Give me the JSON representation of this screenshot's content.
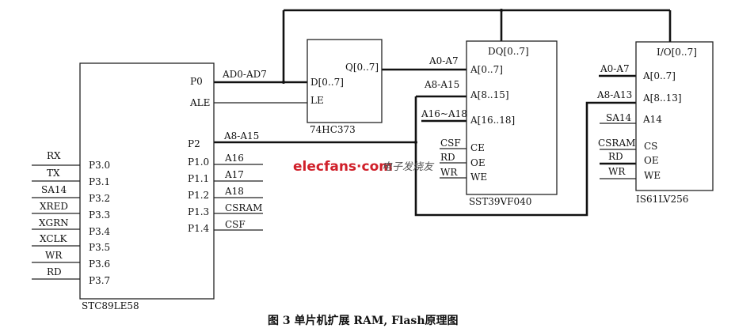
{
  "mcu": {
    "name": "STC89LE58",
    "left_pins": [
      {
        "pin": "P3.0",
        "net": "RX"
      },
      {
        "pin": "P3.1",
        "net": "TX"
      },
      {
        "pin": "P3.2",
        "net": "SA14"
      },
      {
        "pin": "P3.3",
        "net": "XRED"
      },
      {
        "pin": "P3.4",
        "net": "XGRN"
      },
      {
        "pin": "P3.5",
        "net": "XCLK"
      },
      {
        "pin": "P3.6",
        "net": "WR"
      },
      {
        "pin": "P3.7",
        "net": "RD"
      }
    ],
    "right_pins": [
      {
        "pin": "P0",
        "net": "AD0-AD7"
      },
      {
        "pin": "ALE",
        "net": ""
      },
      {
        "pin": "P2",
        "net": "A8-A15"
      },
      {
        "pin": "P1.0",
        "net": "A16"
      },
      {
        "pin": "P1.1",
        "net": "A17"
      },
      {
        "pin": "P1.2",
        "net": "A18"
      },
      {
        "pin": "P1.3",
        "net": "CSRAM"
      },
      {
        "pin": "P1.4",
        "net": "CSF"
      }
    ]
  },
  "latch": {
    "name": "74HC373",
    "pins": [
      "Q[0..7]",
      "D[0..7]",
      "LE"
    ]
  },
  "flash": {
    "name": "SST39VF040",
    "top_pin": "DQ[0..7]",
    "pins": [
      {
        "pin": "A[0..7]",
        "net": "A0-A7"
      },
      {
        "pin": "A[8..15]",
        "net": "A8-A15"
      },
      {
        "pin": "A[16..18]",
        "net": "A16~A18"
      },
      {
        "pin": "CE",
        "net": "CSF"
      },
      {
        "pin": "OE",
        "net": "RD"
      },
      {
        "pin": "WE",
        "net": "WR"
      }
    ]
  },
  "sram": {
    "name": "IS61LV256",
    "top_pin": "I/O[0..7]",
    "pins": [
      {
        "pin": "A[0..7]",
        "net": "A0-A7"
      },
      {
        "pin": "A[8..13]",
        "net": "A8-A13"
      },
      {
        "pin": "A14",
        "net": "SA14"
      },
      {
        "pin": "CS",
        "net": "CSRAM"
      },
      {
        "pin": "OE",
        "net": "RD"
      },
      {
        "pin": "WE",
        "net": "WR"
      }
    ]
  },
  "watermark": {
    "site": "elecfans·com",
    "cn": "电子发烧友"
  },
  "caption": "图 3   单片机扩展 RAM, Flash原理图"
}
